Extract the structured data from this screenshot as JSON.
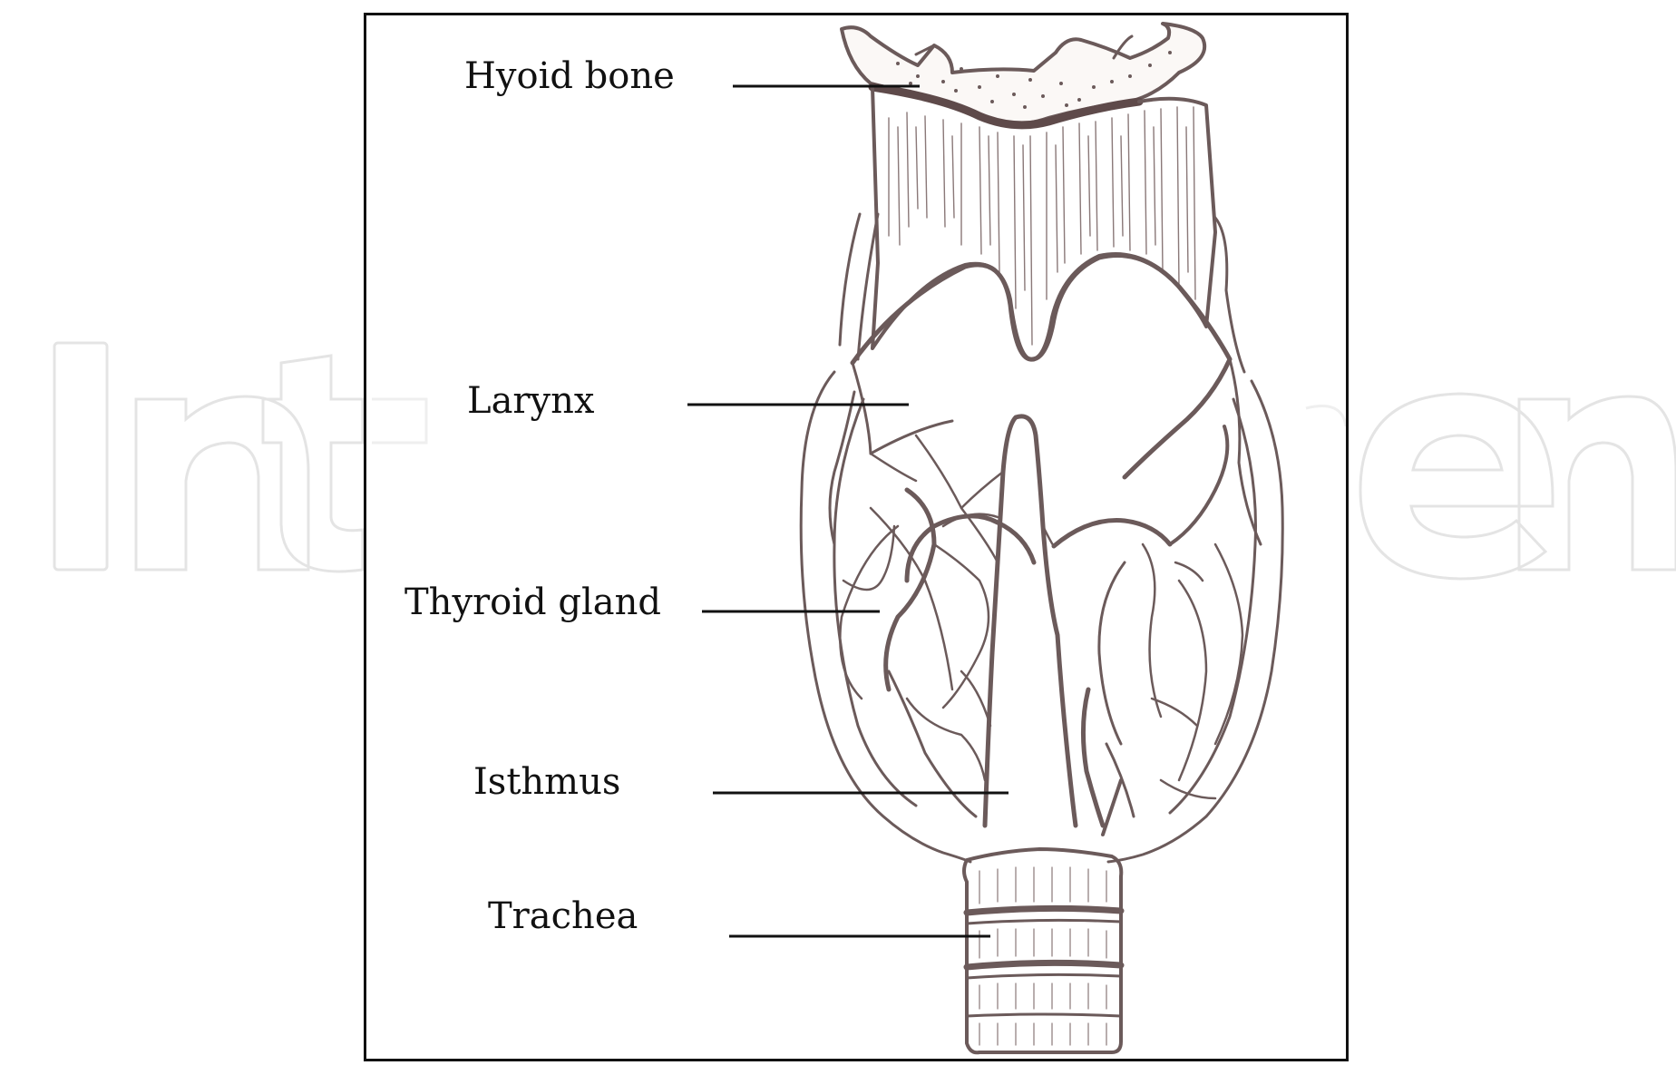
{
  "figure": {
    "labels": [
      {
        "id": "hyoid",
        "text": "Hyoid bone"
      },
      {
        "id": "larynx",
        "text": "Larynx"
      },
      {
        "id": "thyroid",
        "text": "Thyroid gland"
      },
      {
        "id": "isthmus",
        "text": "Isthmus"
      },
      {
        "id": "trachea",
        "text": "Trachea"
      }
    ],
    "watermark": "IntechOpen"
  },
  "colors": {
    "outline": "#6b5a5a",
    "leader": "#111111",
    "watermark": "#e6e6e6",
    "frame": "#111111"
  }
}
